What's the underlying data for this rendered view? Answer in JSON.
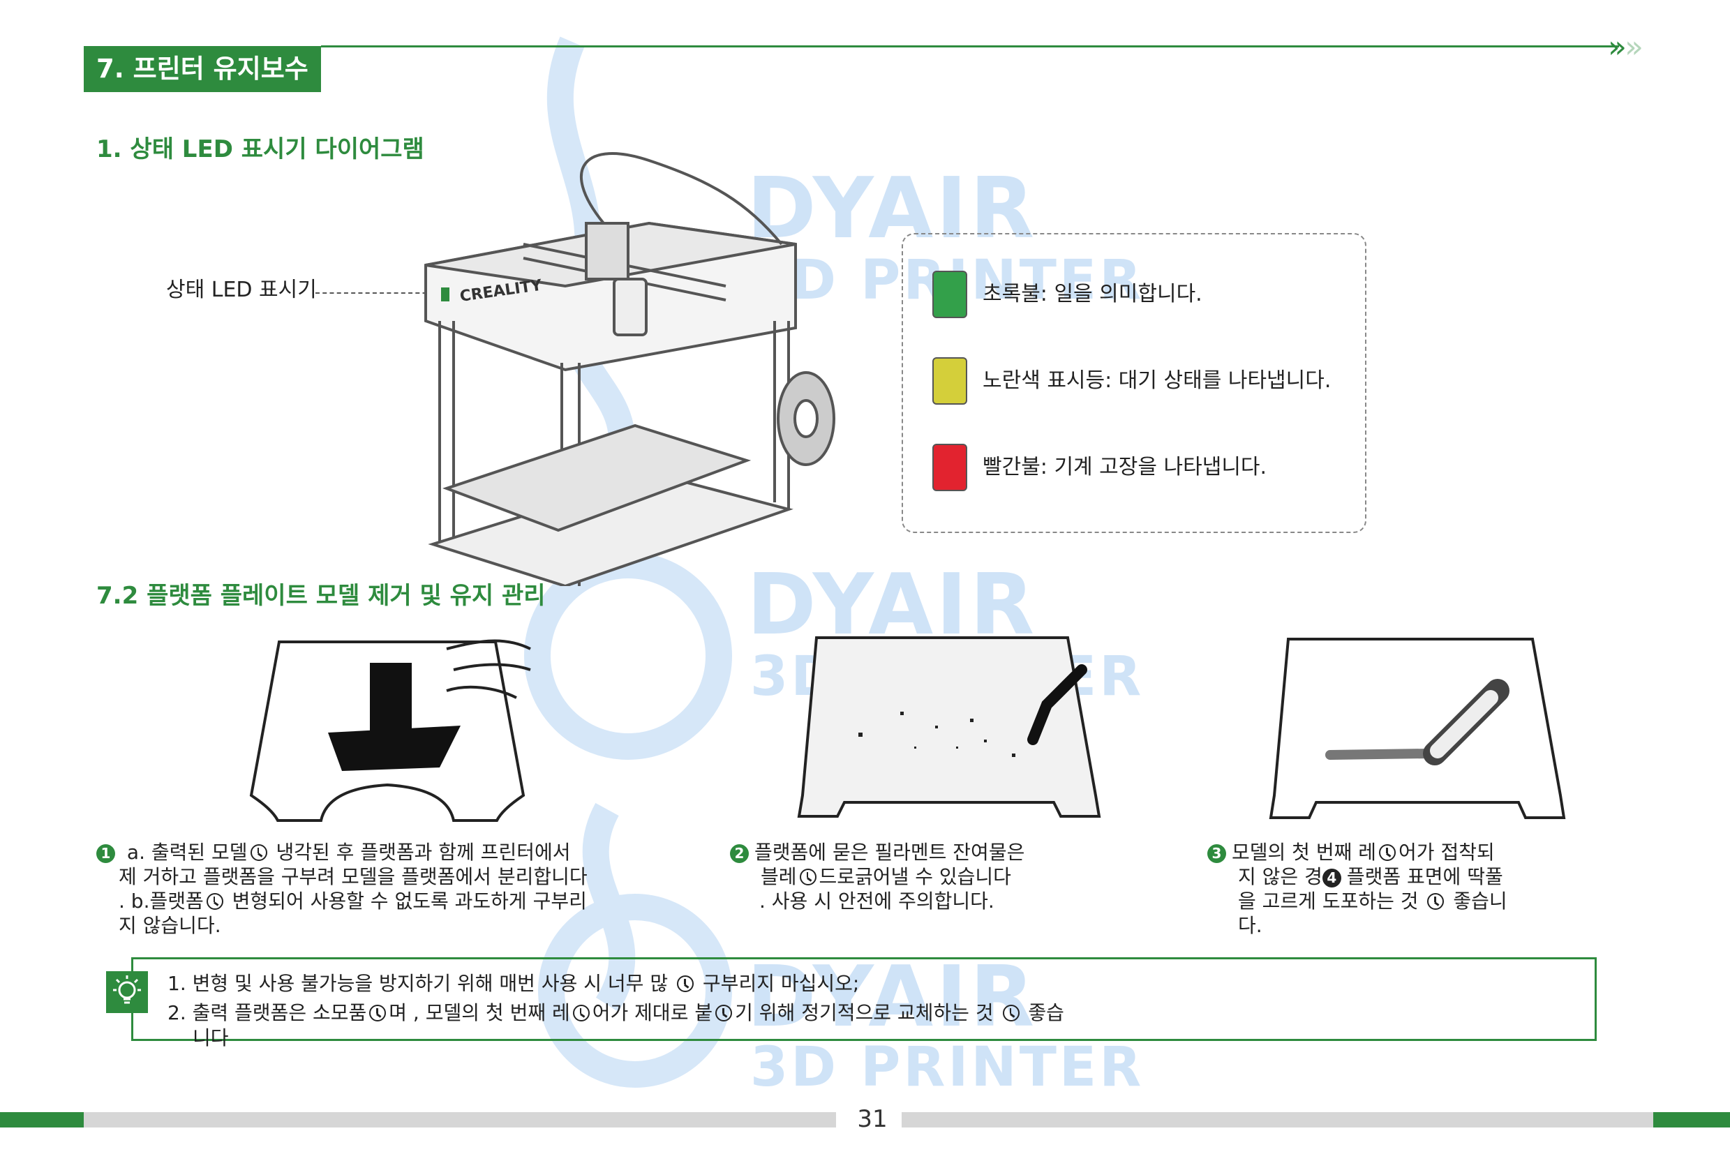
{
  "header": {
    "section_title": "7. 프린터 유지보수",
    "chevron": "»"
  },
  "led_section": {
    "heading": "1.   상태 LED 표시기 다이어그램",
    "callout_label": "상태 LED 표시기",
    "legend": [
      {
        "color": "#33a04a",
        "text": "초록불: 일을 의미합니다."
      },
      {
        "color": "#d4cf3a",
        "text": "노란색 표시등: 대기 상태를 나타냅니다."
      },
      {
        "color": "#e2232f",
        "text": "빨간불: 기계 고장을 나타냅니다."
      }
    ]
  },
  "platform_section": {
    "heading": "7.2 플랫폼 플레이트 모델 제거 및 유지 관리",
    "steps": [
      {
        "num": "1",
        "lines": [
          "a. 출력된 모델",
          "냉각된 후 플랫폼과 함께 프린터에서",
          "제 거하고 플랫폼을 구부려 모델을 플랫폼에서 분리합니다",
          ". b.플랫폼",
          "변형되어 사용할 수 없도록 과도하게 구부리",
          "지 않습니다."
        ]
      },
      {
        "num": "2",
        "lines": [
          "플랫폼에 묻은 필라멘트 잔여물은",
          "블레",
          "드로긁어낼 수 있습니다",
          ". 사용 시 안전에 주의합니다."
        ]
      },
      {
        "num": "3",
        "num_inline": "4",
        "lines": [
          "모델의 첫 번째 레",
          "어가 접착되",
          "지 않은 경",
          "플랫폼 표면에 딱풀",
          "을 고르게 도포하는 것",
          "좋습니",
          "다."
        ]
      }
    ]
  },
  "tips": {
    "line1": [
      "1.   변형 및 사용 불가능을 방지하기 위해 매번 사용 시 너무 많",
      "구부리지 마십시오;"
    ],
    "line2": [
      "2.  출력 플랫폼은 소모품",
      "며 , 모델의 첫 번째 레",
      "어가  제대로 붙",
      "기 위해 정기적으로 교체하는 것",
      "좋습"
    ],
    "line3": "니다"
  },
  "watermark": {
    "line1": "DYAIR",
    "line2": "3D PRINTER"
  },
  "footer": {
    "page_number": "31"
  },
  "printer_labels": {
    "brand": "CREALITY"
  },
  "colors": {
    "accent": "#2e8b3e"
  }
}
